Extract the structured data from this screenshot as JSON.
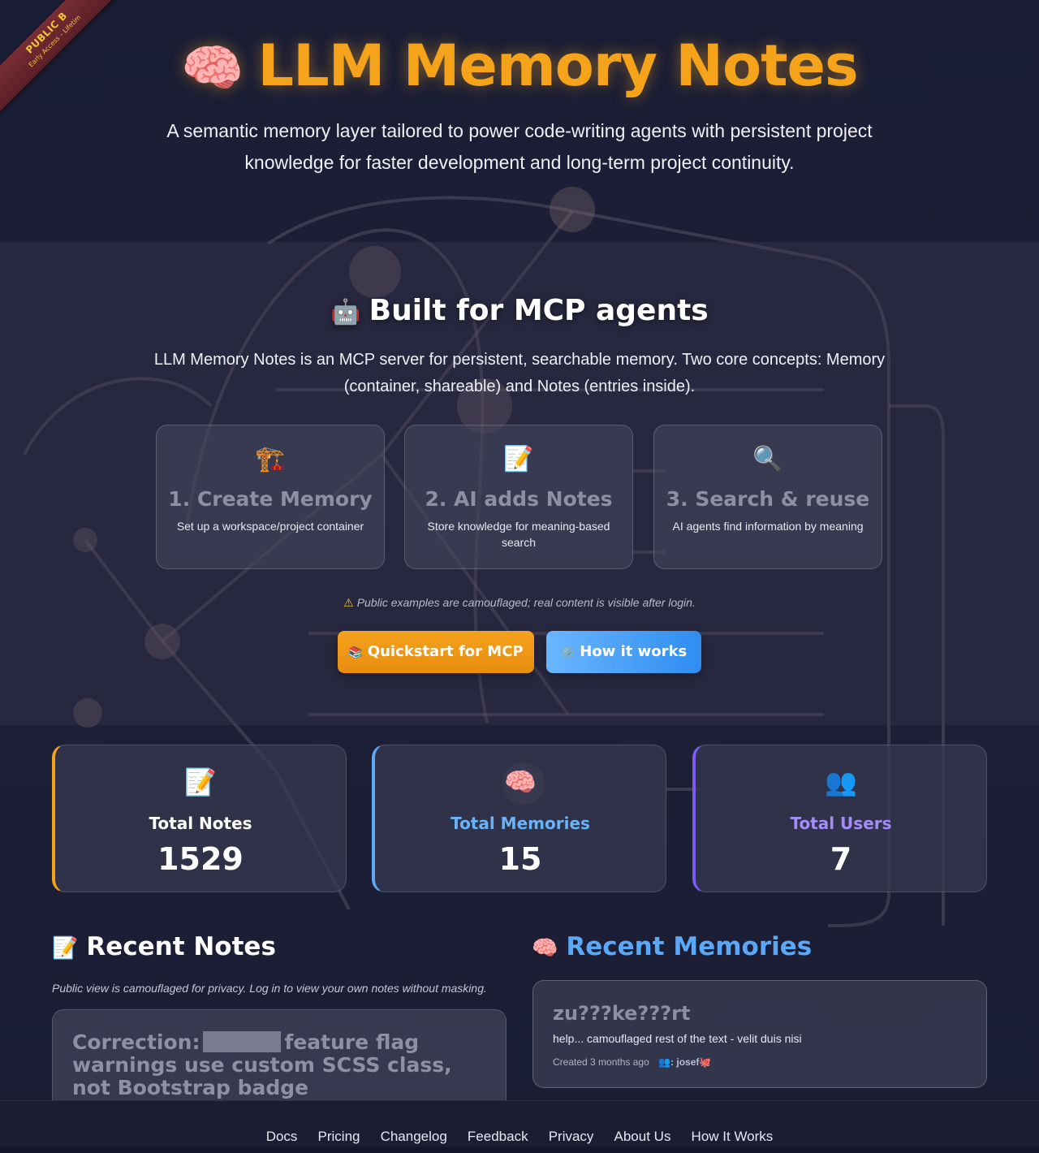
{
  "ribbon": {
    "line1": "PUBLIC B",
    "line2": "Early Access – Lifetim"
  },
  "hero": {
    "emoji": "🧠",
    "title": "LLM Memory Notes",
    "subtitle": "A semantic memory layer tailored to power code-writing agents with persistent project knowledge for faster development and long-term project continuity."
  },
  "mcp": {
    "emoji": "🤖",
    "title": "Built for MCP agents",
    "description": "LLM Memory Notes is an MCP server for persistent, searchable memory. Two core concepts: Memory (container, shareable) and Notes (entries inside).",
    "steps": [
      {
        "icon": "🏗️",
        "title": "1. Create Memory",
        "desc": "Set up a workspace/project container"
      },
      {
        "icon": "📝",
        "title": "2. AI adds Notes",
        "desc": "Store knowledge for meaning-based search"
      },
      {
        "icon": "🔍",
        "title": "3. Search & reuse",
        "desc": "AI agents find information by meaning"
      }
    ],
    "warning_icon": "⚠",
    "warning": "Public examples are camouflaged; real content is visible after login.",
    "buttons": {
      "quickstart_emoji": "📚",
      "quickstart": "Quickstart for MCP",
      "how_emoji": "⚙️",
      "how": "How it works"
    }
  },
  "stats": [
    {
      "icon": "📝",
      "label": "Total Notes",
      "value": "1529",
      "accent": "#f5a31a"
    },
    {
      "icon": "🧠",
      "label": "Total Memories",
      "value": "15",
      "accent": "#5fa9f5"
    },
    {
      "icon": "👥",
      "label": "Total Users",
      "value": "7",
      "accent": "#7a5cf0"
    }
  ],
  "recent_notes": {
    "emoji": "📝",
    "title": "Recent Notes",
    "privacy": "Public view is camouflaged for privacy. Log in to view your own notes without masking.",
    "items": [
      {
        "title_before": "Correction:",
        "title_after": "feature flag warnings use custom SCSS class, not Bootstrap badge"
      }
    ]
  },
  "recent_memories": {
    "emoji": "🧠",
    "title": "Recent Memories",
    "items": [
      {
        "title": "zu???ke???rt",
        "text": "help... camouflaged rest of the text - velit duis nisi",
        "created": "Created 3 months ago",
        "owner_icon": "👥:",
        "owner": "josef🐙"
      }
    ]
  },
  "footer": {
    "links": [
      "Docs",
      "Pricing",
      "Changelog",
      "Feedback",
      "Privacy",
      "About Us",
      "How It Works"
    ]
  },
  "colors": {
    "accent_orange": "#f5a31a",
    "accent_blue": "#5fa9f5",
    "accent_purple": "#7a5cf0",
    "background": "#1b1e35"
  }
}
